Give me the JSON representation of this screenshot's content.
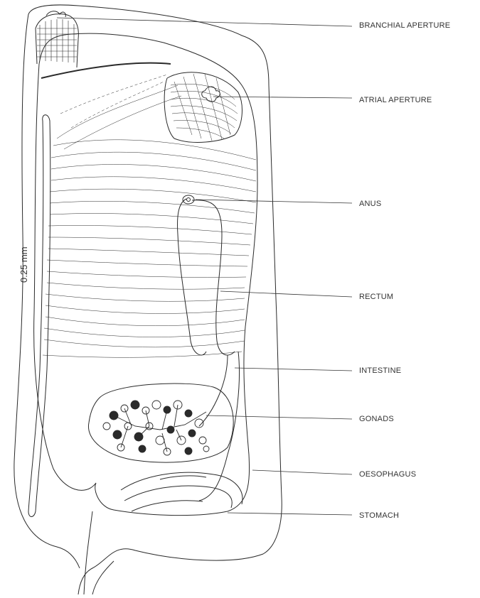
{
  "labels": {
    "branchial": "BRANCHIAL APERTURE",
    "atrial": "ATRIAL APERTURE",
    "anus": "ANUS",
    "rectum": "RECTUM",
    "intestine": "INTESTINE",
    "gonads": "GONADS",
    "oesophagus": "OESOPHAGUS",
    "stomach": "STOMACH"
  },
  "scale_bar": "0.25 mm",
  "colors": {
    "ink": "#2a2a2a",
    "background": "#ffffff"
  }
}
